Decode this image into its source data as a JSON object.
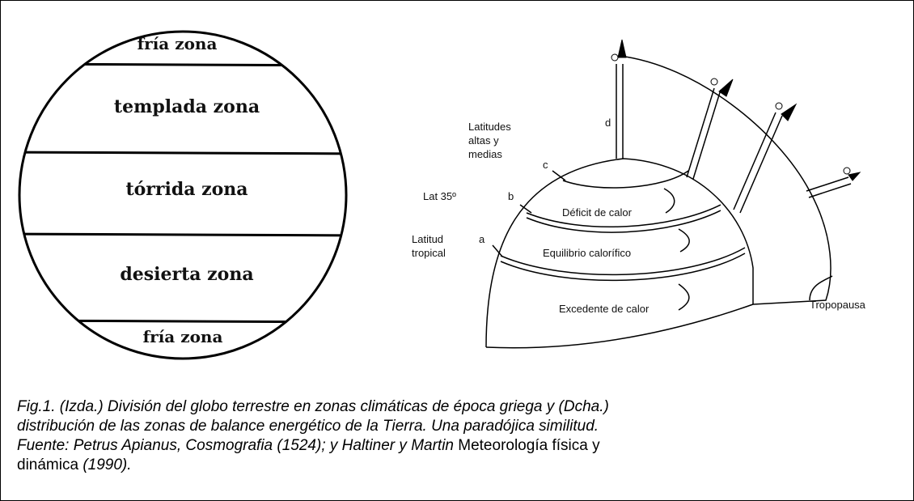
{
  "left_globe": {
    "zones": [
      {
        "label": "fría zona"
      },
      {
        "label": "templada zona"
      },
      {
        "label": "tórrida zona"
      },
      {
        "label": "desierta zona"
      },
      {
        "label": "fría zona"
      }
    ]
  },
  "right_diagram": {
    "labels": {
      "lat_high": [
        "Latitudes",
        "altas y",
        "medias"
      ],
      "lat35": "Lat 35º",
      "lat_trop": [
        "Latitud",
        "tropical"
      ],
      "a": "a",
      "b": "b",
      "c": "c",
      "d": "d",
      "deficit": "Déficit de calor",
      "equilibrio": "Equilibrio calorífico",
      "excedente": "Excedente de calor",
      "tropopausa": "Tropopausa"
    }
  },
  "caption": {
    "line1": "Fig.1. (Izda.) División del globo terrestre en zonas climáticas de época griega y (Dcha.)",
    "line2": "distribución de las zonas de balance energético de la Tierra. Una paradójica similitud.",
    "line3a": "Fuente: Petrus Apianus, Cosmografia (1524); y Haltiner y Martin",
    "line3b": " Meteorología física y",
    "line4a": "dinámica",
    "line4b": " (1990)."
  }
}
